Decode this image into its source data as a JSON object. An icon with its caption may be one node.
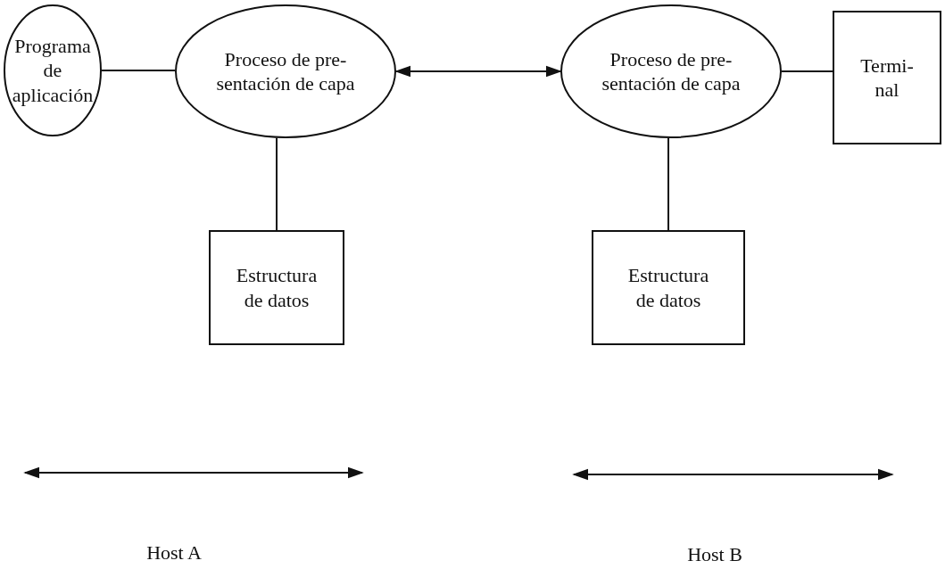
{
  "diagram": {
    "nodes": [
      {
        "text": [
          "Programa de aplicación"
        ]
      },
      {
        "text": [
          "Proceso de pre- sentación de capa"
        ]
      },
      {
        "text": [
          "Proceso de pre- sentación de capa"
        ]
      },
      {
        "text": [
          "Termi- nal"
        ]
      },
      {
        "text": [
          "Estructura de datos"
        ]
      },
      {
        "text": [
          "Estructura de datos"
        ]
      }
    ],
    "edges": [
      {
        "from": 0,
        "to": 1,
        "arrow": "none"
      },
      {
        "from": 1,
        "to": 2,
        "arrow": "both"
      },
      {
        "from": 2,
        "to": 3,
        "arrow": "none"
      },
      {
        "from": 1,
        "to": 4,
        "arrow": "none"
      },
      {
        "from": 2,
        "to": 5,
        "arrow": "none"
      }
    ],
    "labels": [
      "Host A",
      "Host B"
    ]
  }
}
